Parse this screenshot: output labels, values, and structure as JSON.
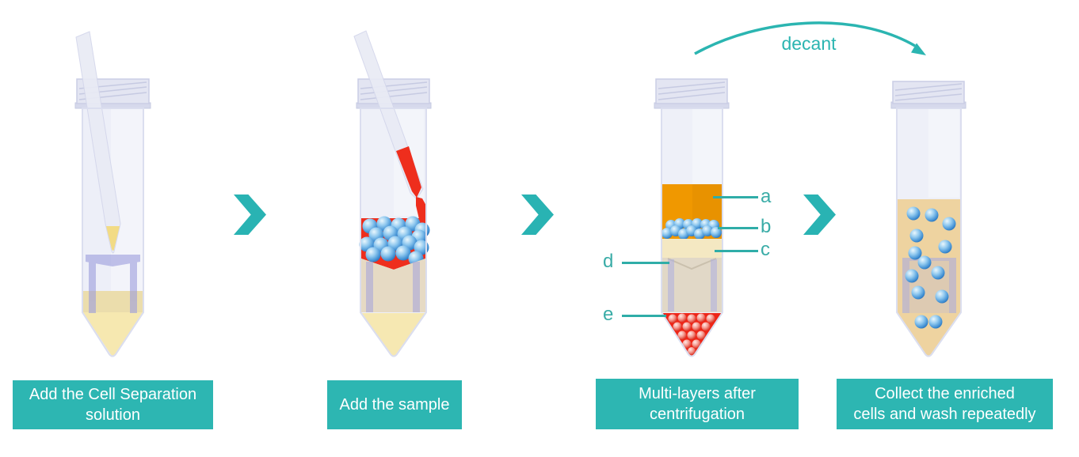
{
  "decant_label": "decant",
  "layer_labels": [
    "a",
    "b",
    "c",
    "d",
    "e"
  ],
  "steps": [
    {
      "caption_lines": [
        "Add the Cell Separation",
        "solution"
      ]
    },
    {
      "caption_lines": [
        "Add the sample"
      ]
    },
    {
      "caption_lines": [
        "Multi-layers after",
        "centrifugation"
      ]
    },
    {
      "caption_lines": [
        "Collect the enriched",
        "cells and wash repeatedly"
      ]
    }
  ],
  "colors": {
    "accent_teal": "#2bb5b1",
    "caption_bg": "#2db6b2",
    "caption_text": "#ffffff",
    "plasma_orange": "#f09800",
    "sample_red": "#ee2e1d",
    "cell_blue": "#58a8e0",
    "solution_yellow": "#f6e8b0",
    "separation_lavender": "#9b9cdd",
    "wash_tan": "#eed3a0",
    "tube_body": "#eef0f8"
  }
}
